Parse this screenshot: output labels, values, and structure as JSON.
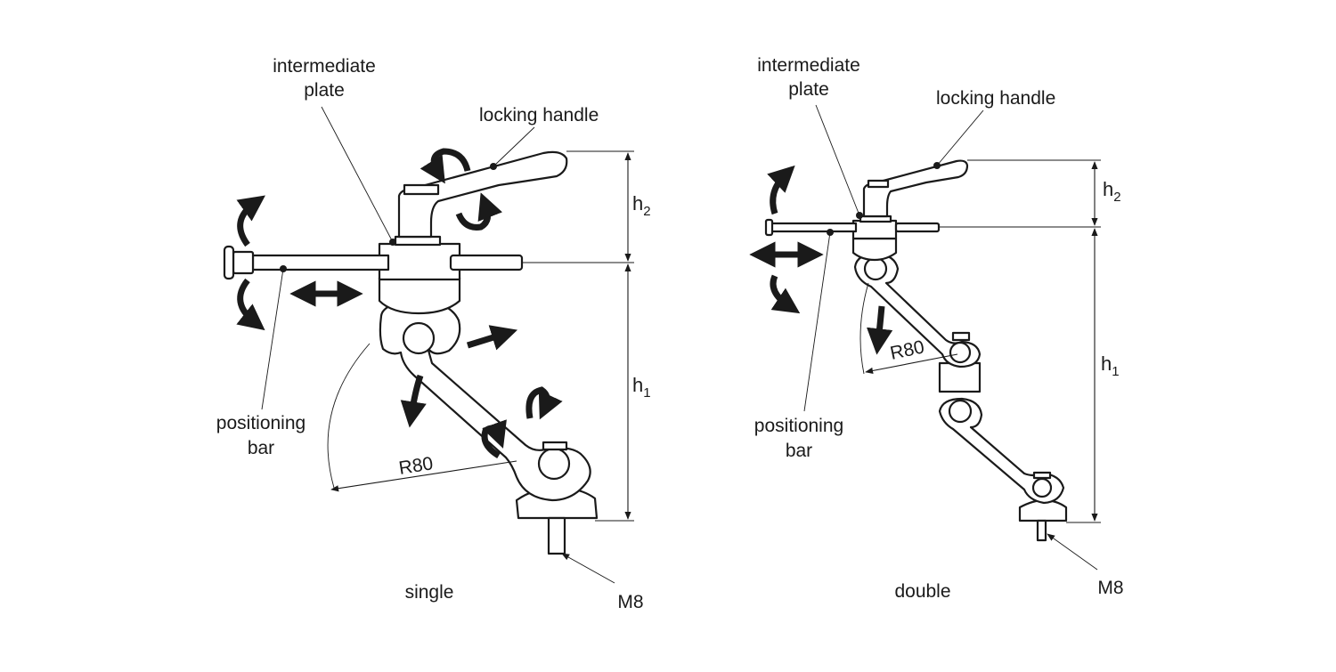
{
  "single": {
    "intermediate_plate": [
      "intermediate",
      "plate"
    ],
    "locking_handle": "locking handle",
    "positioning_bar": [
      "positioning",
      "bar"
    ],
    "h1": "h",
    "h1_sub": "1",
    "h2": "h",
    "h2_sub": "2",
    "radius": "R80",
    "thread": "M8",
    "caption": "single"
  },
  "double": {
    "intermediate_plate": [
      "intermediate",
      "plate"
    ],
    "locking_handle": "locking handle",
    "positioning_bar": [
      "positioning",
      "bar"
    ],
    "h1": "h",
    "h1_sub": "1",
    "h2": "h",
    "h2_sub": "2",
    "radius": "R80",
    "thread": "M8",
    "caption": "double"
  },
  "colors": {
    "line": "#1a1a1a",
    "background": "#ffffff"
  }
}
